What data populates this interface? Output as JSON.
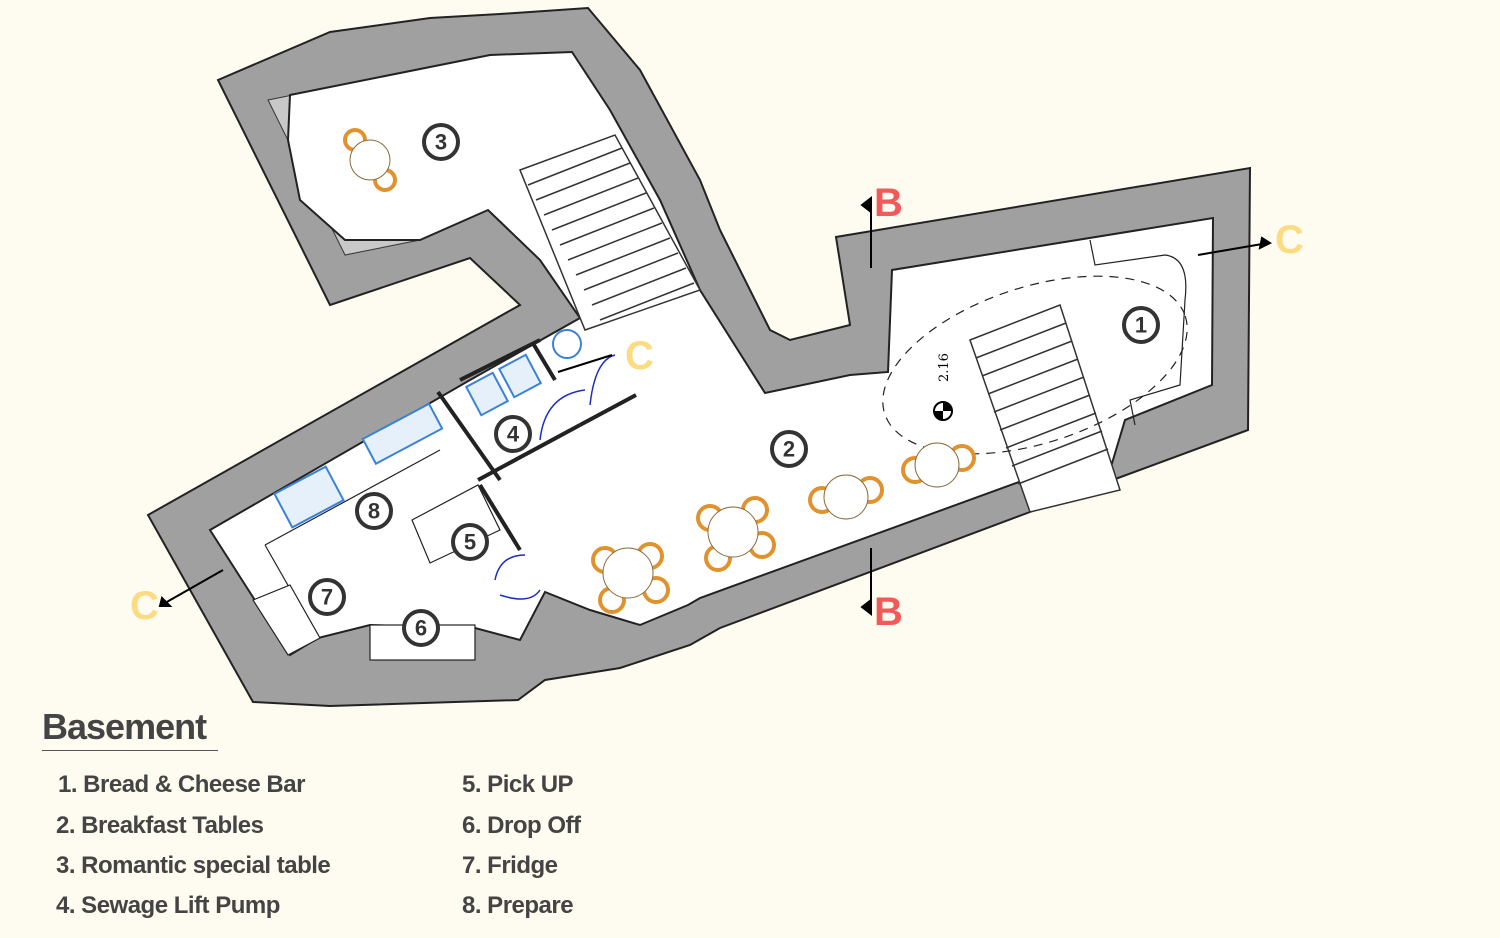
{
  "plan": {
    "title": "Basement",
    "elevation": "2.16",
    "rooms": [
      "1",
      "2",
      "3",
      "4",
      "5",
      "6",
      "7",
      "8"
    ],
    "sections": {
      "b_top": "B",
      "b_bottom": "B",
      "c_right": "C",
      "c_mid": "C",
      "c_left": "C"
    }
  },
  "legend": [
    "1. Bread & Cheese Bar",
    "2. Breakfast Tables",
    "3. Romantic special table",
    "4. Sewage Lift Pump",
    "5. Pick UP",
    "6. Drop Off",
    "7. Fridge",
    "8. Prepare"
  ],
  "colors": {
    "wall": "#a0a0a0",
    "floor": "#ffffff",
    "background": "#fefbf0",
    "section_b": "#f25a5a",
    "section_c": "#fbdc82",
    "chair": "#e0922e",
    "fixture": "#3a82d6"
  }
}
